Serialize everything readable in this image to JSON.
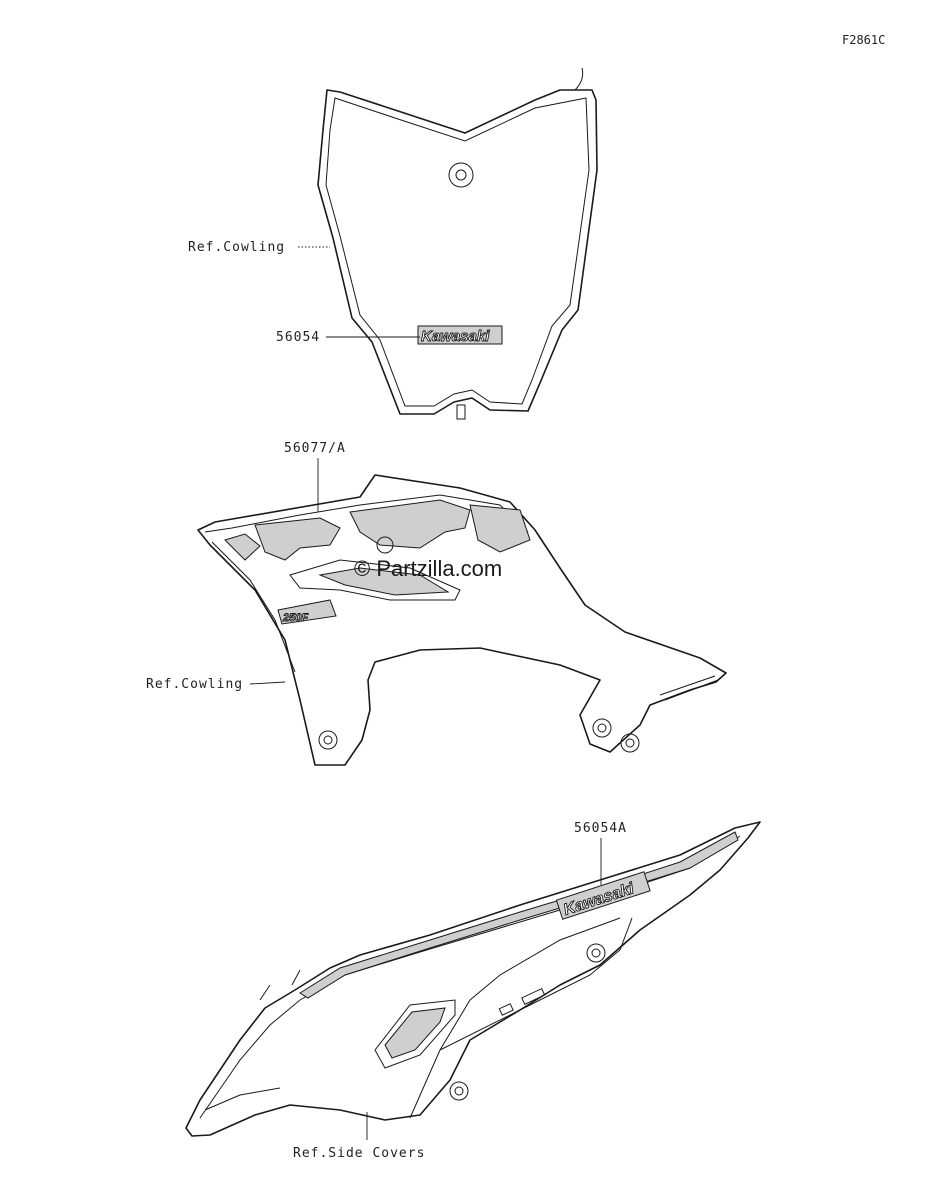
{
  "figure_code": "F2861C",
  "watermark": "© Partzilla.com",
  "labels": {
    "front_ref": "Ref.Cowling",
    "front_decal": "56054",
    "shroud_decal": "56077/A",
    "shroud_ref": "Ref.Cowling",
    "side_decal": "56054A",
    "side_ref": "Ref.Side Covers"
  },
  "decal_text": {
    "brand": "Kawasaki",
    "shroud_model": "250F"
  },
  "icons": {
    "front_plate": "number-plate-drawing",
    "shroud": "radiator-shroud-drawing",
    "side_cover": "side-cover-drawing"
  }
}
